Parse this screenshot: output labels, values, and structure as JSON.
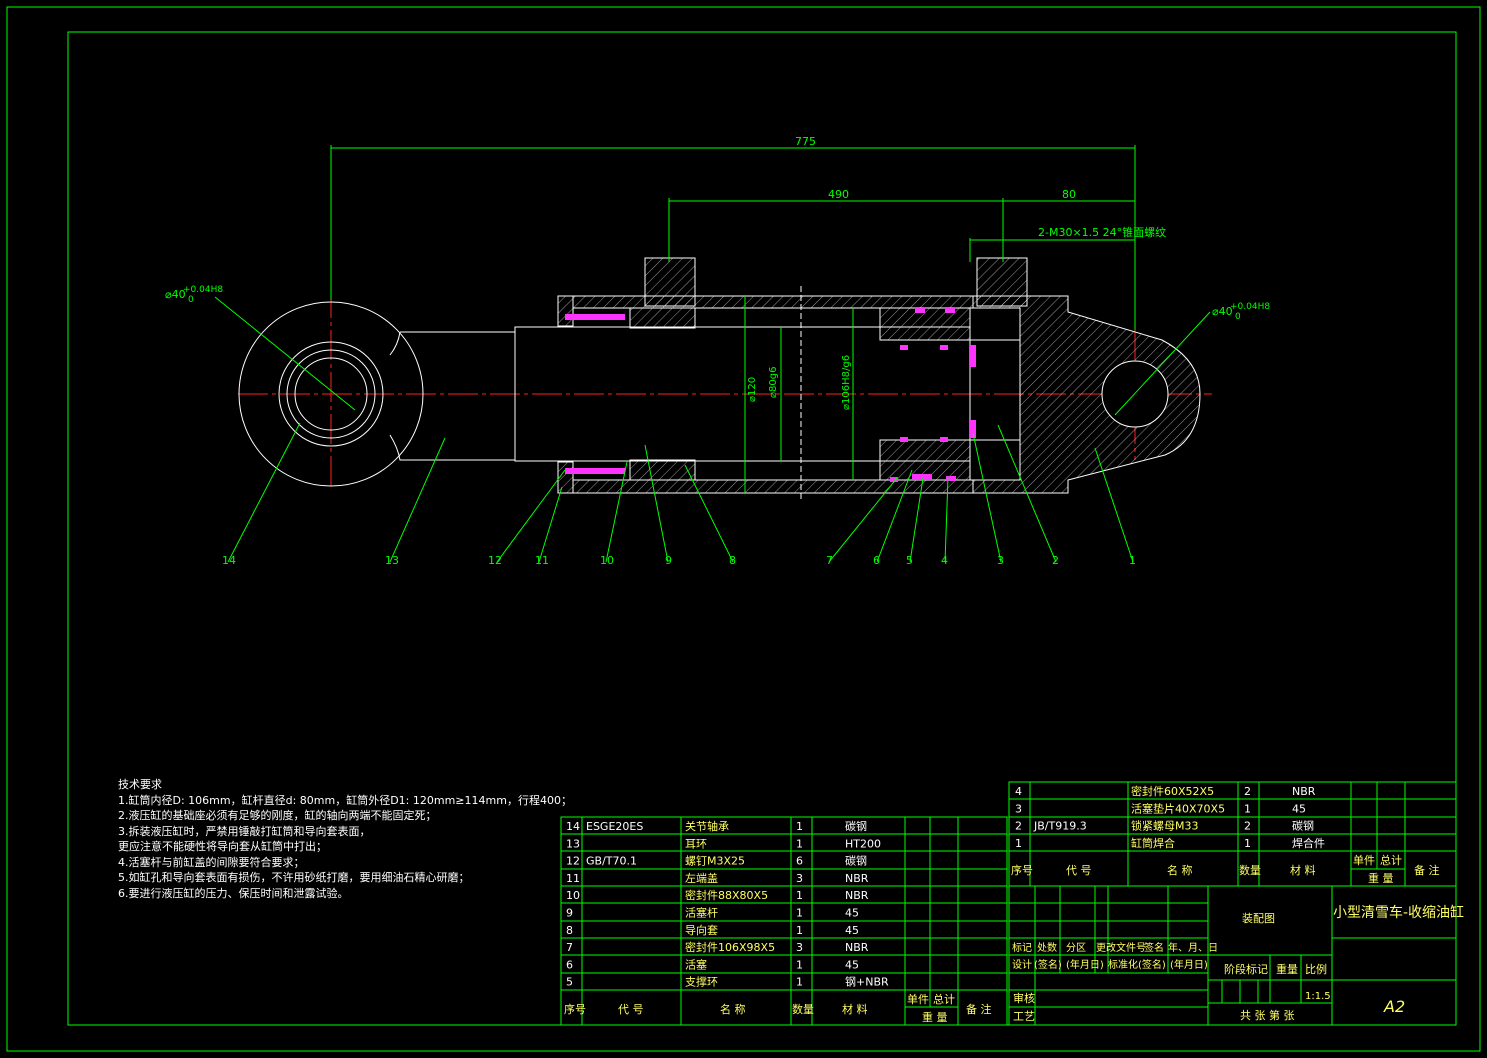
{
  "dimensions": {
    "overall_length": "775",
    "stroke_span": "490",
    "port_offset": "80",
    "port_spec": "2-M30×1.5 24°锥面螺纹",
    "left_bore": "⌀40",
    "left_bore_tol_upper": "+0.04H8",
    "left_bore_tol_lower": "0",
    "right_bore": "⌀40",
    "right_bore_tol_upper": "+0.04H8",
    "right_bore_tol_lower": "0",
    "d_120": "⌀120",
    "d_80": "⌀80g6",
    "d_106": "⌀106H8/g6"
  },
  "balloons": [
    "14",
    "13",
    "12",
    "11",
    "10",
    "9",
    "8",
    "7",
    "6",
    "5",
    "4",
    "3",
    "2",
    "1"
  ],
  "tech_requirements": {
    "title": "技术要求",
    "lines": [
      "1.缸筒内径D: 106mm，缸杆直径d: 80mm，缸筒外径D1: 120mm≥114mm，行程400；",
      "2.液压缸的基础座必须有足够的刚度，缸的轴向两端不能固定死；",
      "3.拆装液压缸时，严禁用锤敲打缸筒和导向套表面，",
      "更应注意不能硬性将导向套从缸筒中打出；",
      "4.活塞杆与前缸盖的间隙要符合要求；",
      "5.如缸孔和导向套表面有损伤，不许用砂纸打磨，要用细油石精心研磨；",
      "6.要进行液压缸的压力、保压时间和泄露试验。"
    ]
  },
  "bom_left": {
    "rows": [
      {
        "no": "14",
        "code": "ESGE20ES",
        "name": "关节轴承",
        "qty": "1",
        "material": "碳钢"
      },
      {
        "no": "13",
        "code": "",
        "name": "耳环",
        "qty": "1",
        "material": "HT200"
      },
      {
        "no": "12",
        "code": "GB/T70.1",
        "name": "螺钉M3X25",
        "qty": "6",
        "material": "碳钢"
      },
      {
        "no": "11",
        "code": "",
        "name": "左端盖",
        "qty": "3",
        "material": "NBR"
      },
      {
        "no": "10",
        "code": "",
        "name": "密封件88X80X5",
        "qty": "1",
        "material": "NBR"
      },
      {
        "no": "9",
        "code": "",
        "name": "活塞杆",
        "qty": "1",
        "material": "45"
      },
      {
        "no": "8",
        "code": "",
        "name": "导向套",
        "qty": "1",
        "material": "45"
      },
      {
        "no": "7",
        "code": "",
        "name": "密封件106X98X5",
        "qty": "3",
        "material": "NBR"
      },
      {
        "no": "6",
        "code": "",
        "name": "活塞",
        "qty": "1",
        "material": "45"
      },
      {
        "no": "5",
        "code": "",
        "name": "支撑环",
        "qty": "1",
        "material": "钢+NBR"
      }
    ],
    "header": {
      "no": "序号",
      "code": "代  号",
      "name": "名  称",
      "qty": "数量",
      "material": "材  料",
      "unit": "单件",
      "total": "总计",
      "weight": "重  量",
      "remark": "备  注"
    }
  },
  "bom_right": {
    "rows": [
      {
        "no": "4",
        "code": "",
        "name": "密封件60X52X5",
        "qty": "2",
        "material": "NBR"
      },
      {
        "no": "3",
        "code": "",
        "name": "活塞垫片40X70X5",
        "qty": "1",
        "material": "45"
      },
      {
        "no": "2",
        "code": "JB/T919.3",
        "name": "锁紧螺母M33",
        "qty": "2",
        "material": "碳钢"
      },
      {
        "no": "1",
        "code": "",
        "name": "缸筒焊合",
        "qty": "1",
        "material": "焊合件"
      }
    ],
    "header": {
      "no": "序号",
      "code": "代  号",
      "name": "名  称",
      "qty": "数量",
      "material": "材  料",
      "unit": "单件",
      "total": "总计",
      "weight": "重  量",
      "remark": "备  注"
    }
  },
  "title_block": {
    "drawing_type": "装配图",
    "title": "小型清雪车-收缩油缸",
    "format": "A2",
    "scale": "1:1.5",
    "stage_mark": "阶段标记",
    "weight": "重量",
    "ratio": "比例",
    "sheets": "共  张  第  张",
    "labels_row1": [
      "标记",
      "处数",
      "分区",
      "更改文件号",
      "签名",
      "年、月、日"
    ],
    "labels_row2": [
      "设计",
      "(签名)",
      "(年月日)",
      "标准化",
      "(签名)",
      "(年月日)"
    ],
    "review": "审核",
    "process": "工艺"
  }
}
